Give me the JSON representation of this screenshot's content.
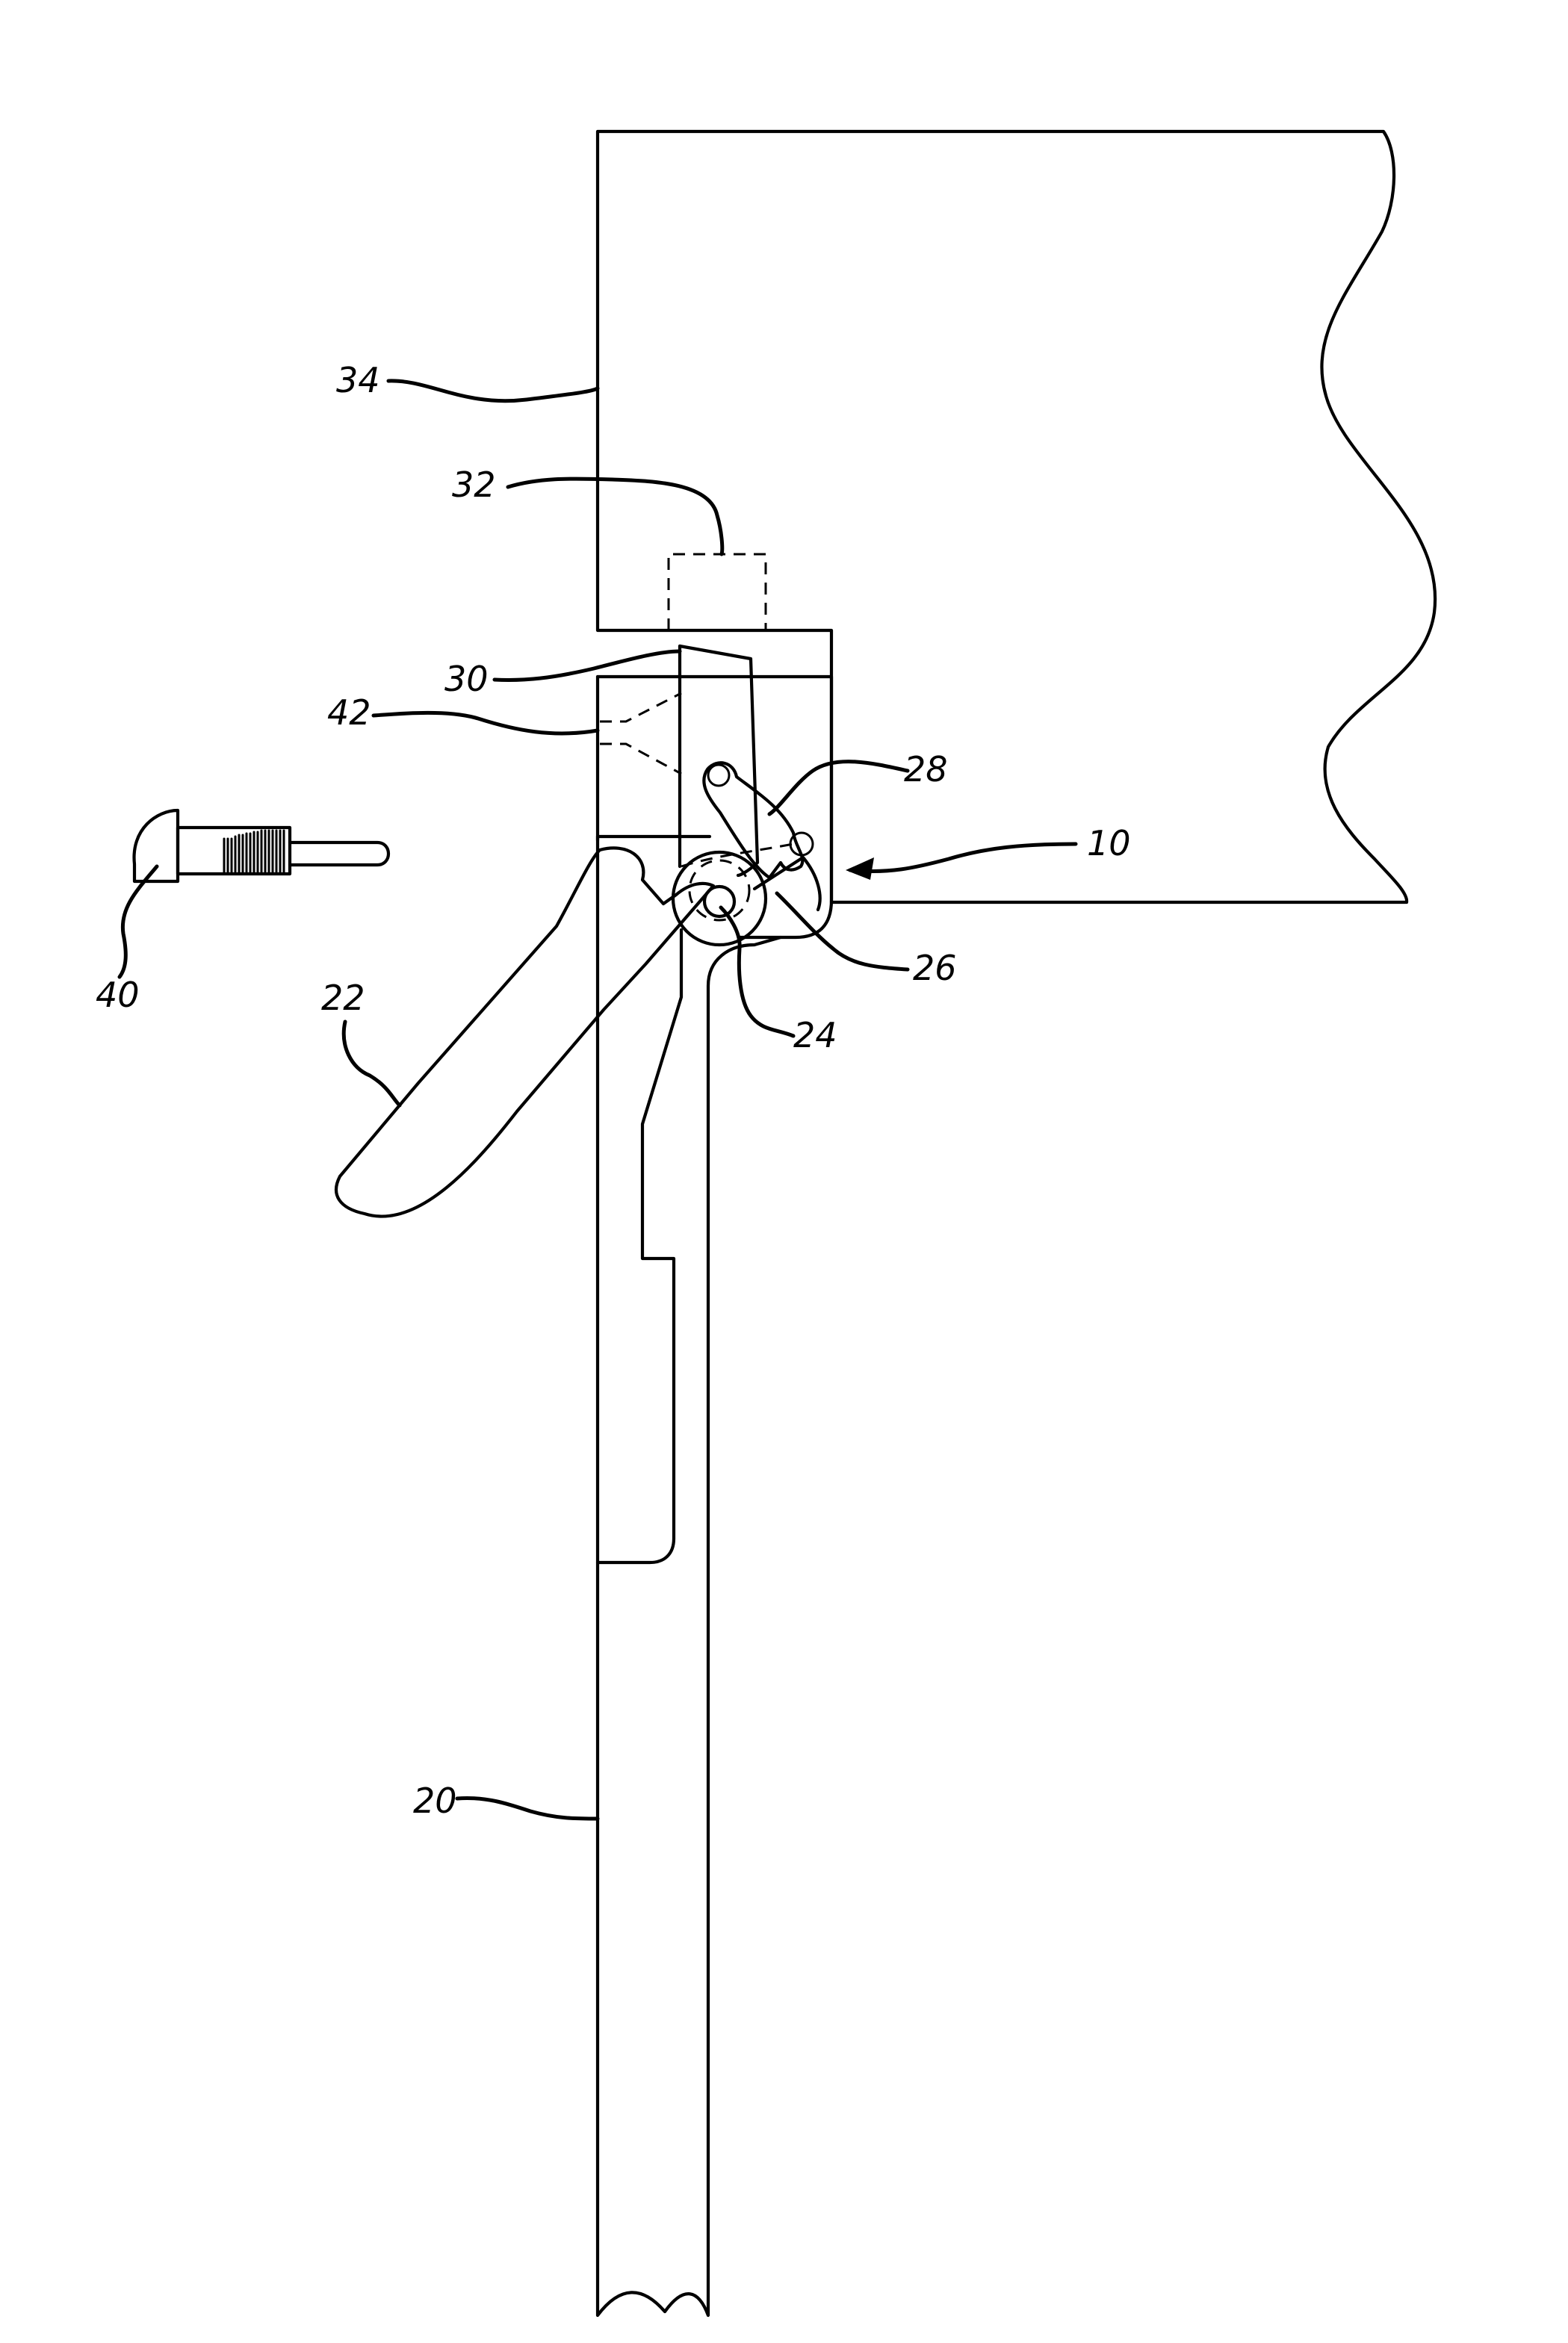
{
  "figure": {
    "reference_numerals": {
      "n10": "10",
      "n20": "20",
      "n22": "22",
      "n24": "24",
      "n26": "26",
      "n28": "28",
      "n30": "30",
      "n32": "32",
      "n34": "34",
      "n40": "40",
      "n42": "42"
    }
  },
  "colors": {
    "line": "#000000",
    "background": "#ffffff"
  }
}
